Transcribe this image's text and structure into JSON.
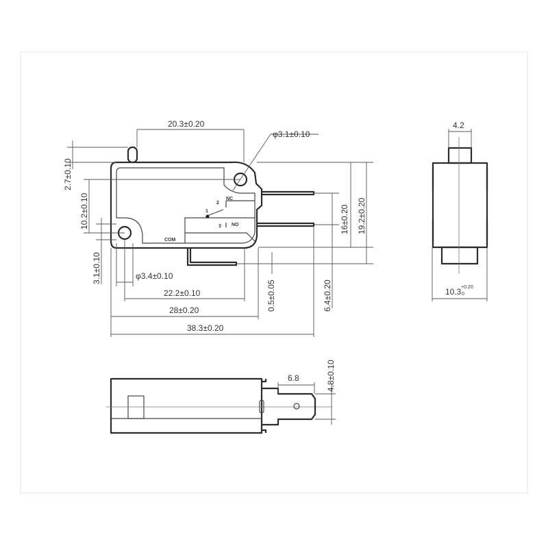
{
  "title": "Microswitch dimension drawing",
  "front_view": {
    "dim_length_actuator_to_hole": "20.3±0.20",
    "dim_mount_hole_right": "φ3.1±0.10",
    "dim_actuator_height": "2.7±0.10",
    "dim_hole_spacing_vertical": "10.2±0.10",
    "dim_left_hole_offset": "3.1±0.10",
    "dim_mount_hole_left": "φ3.4±0.10",
    "dim_hole_spacing_horizontal": "22.2±0.10",
    "dim_body_length": "28±0.20",
    "dim_overall_length": "38.3±0.20",
    "dim_com_offset": "0.5±0.05",
    "dim_com_terminal": "6.4±0.20",
    "dim_terminal_spacing": "16±0.20",
    "dim_body_height": "19.2±0.20",
    "terminal_labels": {
      "nc": "NC",
      "no": "NO",
      "com": "COM",
      "pin1": "1",
      "pin2": "2",
      "pin3": "3"
    }
  },
  "side_view": {
    "dim_actuator_width": "4.2",
    "dim_body_width": "10.3",
    "dim_body_width_tol_upper": "+0.20",
    "dim_body_width_tol_lower": "0"
  },
  "bottom_view": {
    "dim_terminal_length": "6.8",
    "dim_terminal_width": "4.8±0.10"
  }
}
